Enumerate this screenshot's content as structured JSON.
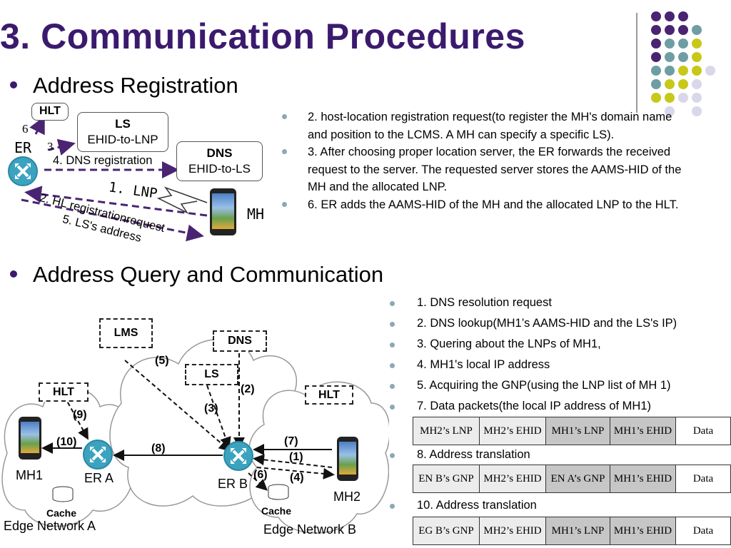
{
  "title": "3. Communication Procedures",
  "sections": {
    "registration": "Address Registration",
    "query": "Address Query and Communication"
  },
  "registration_diagram": {
    "hlt": "HLT",
    "ls_title": "LS",
    "ls_sub": "EHID-to-LNP",
    "dns_title": "DNS",
    "dns_sub": "EHID-to-LS",
    "er": "ER",
    "mh": "MH",
    "step6": "6",
    "step3": "3",
    "dns_registration": "4. DNS registration",
    "lnp": "1. LNP",
    "hl_registration": "2. HL registrationrequest",
    "ls_address": "5. LS's address"
  },
  "registration_bullets": [
    "2. host-location registration request(to register the MH's domain name and position to the LCMS. A MH can specify a specific LS).",
    "3. After choosing proper location server, the ER forwards the received request to the server. The requested server stores the AAMS-HID of the MH and the allocated LNP.",
    "6. ER adds the AAMS-HID of the MH and the allocated LNP to the HLT."
  ],
  "query_diagram": {
    "lms": "LMS",
    "dns": "DNS",
    "ls": "LS",
    "hlt_a": "HLT",
    "hlt_b": "HLT",
    "mh1": "MH1",
    "mh2": "MH2",
    "er_a": "ER A",
    "er_b": "ER B",
    "cache_a": "Cache",
    "cache_b": "Cache",
    "edge_a": "Edge Network A",
    "edge_b": "Edge Network B",
    "s1": "(1)",
    "s2": "(2)",
    "s3": "(3)",
    "s4": "(4)",
    "s5": "(5)",
    "s6": "(6)",
    "s7": "(7)",
    "s8": "(8)",
    "s9": "(9)",
    "s10": "(10)"
  },
  "query_bullets": [
    "1. DNS resolution request",
    "2. DNS lookup(MH1’s AAMS-HID and the LS's IP)",
    "3. Quering about the LNPs of MH1,",
    "4. MH1's local IP address",
    "5. Acquiring the GNP(using the LNP list of MH 1)",
    "7. Data packets(the local IP address of MH1)",
    "8. Address translation",
    "10. Address translation"
  ],
  "packets": [
    [
      "MH2’s LNP",
      "MH2’s EHID",
      "MH1’s LNP",
      "MH1’s EHID",
      "Data"
    ],
    [
      "EN B’s GNP",
      "MH2’s EHID",
      "EN A’s GNP",
      "MH1’s EHID",
      "Data"
    ],
    [
      "EG B’s GNP",
      "MH2’s EHID",
      "MH1’s LNP",
      "MH1’s EHID",
      "Data"
    ]
  ],
  "colors": {
    "title": "#3b1a6e",
    "purple": "#4a2473",
    "teal": "#6e9ea3",
    "yellow": "#c8c81a",
    "lavender": "#d8d8ea",
    "router": "#3ba3bf"
  }
}
